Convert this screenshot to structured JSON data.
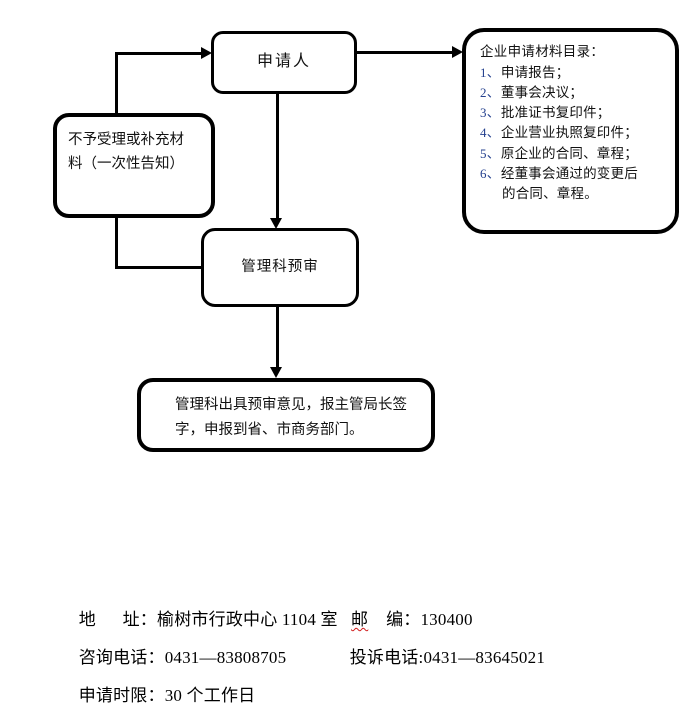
{
  "flow": {
    "nodes": {
      "applicant": {
        "label": "申请人"
      },
      "reject": {
        "label": "不予受理或补充材\n料（一次性告知）"
      },
      "presubmit": {
        "label": "管理科预审"
      },
      "opinion": {
        "label": "管理科出具预审意见，报主管局长签\n字，申报到省、市商务部门。"
      }
    },
    "materials": {
      "title": "企业申请材料目录：",
      "items": [
        {
          "num": "1、",
          "text": "申请报告；"
        },
        {
          "num": "2、",
          "text": "董事会决议；"
        },
        {
          "num": "3、",
          "text": "批准证书复印件；"
        },
        {
          "num": "4、",
          "text": "企业营业执照复印件；"
        },
        {
          "num": "5、",
          "text": "原企业的合同、章程；"
        },
        {
          "num": "6、",
          "text": "经董事会通过的变更后"
        }
      ],
      "continuation": "的合同、章程。"
    }
  },
  "footer": {
    "address_label": "地      址：",
    "address_value": "榆树市行政中心 1104 室",
    "postcode_label": "邮",
    "postcode_label2": "编：",
    "postcode_value": "130400",
    "consult_label": "咨询电话：",
    "consult_value": "0431—83808705",
    "complaint_label": "投诉电话:",
    "complaint_value": "0431—83645021",
    "deadline_label": "申请时限：",
    "deadline_value": "30 个工作日"
  },
  "colors": {
    "line": "#000000",
    "list_number": "#24408e",
    "spellcheck_underline": "#d01a1a"
  }
}
